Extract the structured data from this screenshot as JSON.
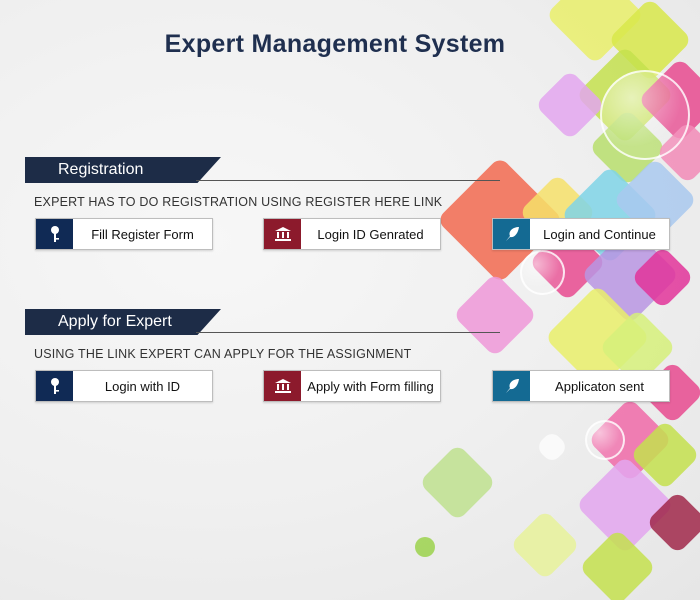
{
  "page": {
    "title": "Expert Management System"
  },
  "sections": [
    {
      "title": "Registration",
      "description": "EXPERT HAS TO DO REGISTRATION USING REGISTER HERE LINK",
      "steps": [
        {
          "label": "Fill Register Form",
          "icon": "key-icon",
          "color": "#102a55"
        },
        {
          "label": "Login ID Genrated",
          "icon": "bank-icon",
          "color": "#8c1a2c"
        },
        {
          "label": "Login and Continue",
          "icon": "leaf-icon",
          "color": "#146a93"
        }
      ]
    },
    {
      "title": "Apply for Expert",
      "description": "USING THE LINK EXPERT CAN APPLY FOR THE ASSIGNMENT",
      "steps": [
        {
          "label": "Login with ID",
          "icon": "key-icon",
          "color": "#102a55"
        },
        {
          "label": "Apply with Form filling",
          "icon": "bank-icon",
          "color": "#8c1a2c"
        },
        {
          "label": "Applicaton sent",
          "icon": "leaf-icon",
          "color": "#146a93"
        }
      ]
    }
  ]
}
